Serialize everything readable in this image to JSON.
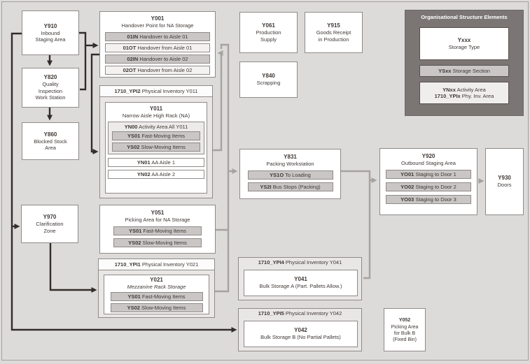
{
  "colors": {
    "background": "#dcdbda",
    "box_border": "#8f8a88",
    "gray_fill": "#c9c6c5",
    "light_fill": "#f4f2f1",
    "panel_fill": "#e9e7e6",
    "legend_bg": "#7b7574",
    "text": "#3e3835",
    "connector_black": "#332d2a",
    "connector_gray": "#a6a2a0"
  },
  "legend": {
    "title": "Organisational Structure Elements",
    "storage_type": {
      "code": "Yxxx",
      "label": "Storage Type"
    },
    "storage_section": {
      "code": "YSxx",
      "label": " Storage Section"
    },
    "activity_area": {
      "code": "YNxx",
      "label": " Activity Area"
    },
    "phy_inv_area": {
      "code": "1710_YPIx",
      "label": " Phy. Inv. Area"
    }
  },
  "nodes": {
    "y910": {
      "code": "Y910",
      "lines": [
        "Inbound",
        "Staging Area"
      ]
    },
    "y820": {
      "code": "Y820",
      "lines": [
        "Quality",
        "Inspection",
        "Work Station"
      ]
    },
    "y860": {
      "code": "Y860",
      "lines": [
        "Blocked Stock",
        "Area"
      ]
    },
    "y970": {
      "code": "Y970",
      "lines": [
        "Clarification",
        "Zone"
      ]
    },
    "y001": {
      "code": "Y001",
      "lines": [
        "Handover Point for NA Storage"
      ],
      "rows": [
        {
          "code": "01IN",
          "label": " Handover to Aisle 01"
        },
        {
          "code": "01OT",
          "label": " Handover from Aisle 01"
        },
        {
          "code": "02IN",
          "label": " Handover to Aisle 02"
        },
        {
          "code": "02OT",
          "label": " Handover from Aisle 02"
        }
      ]
    },
    "ypi2": {
      "code": "1710_YPI2",
      "label": " Physical Inventory Y011"
    },
    "y011": {
      "code": "Y011",
      "lines": [
        "Narrow Aisle High Rack (NA)"
      ],
      "yn00": {
        "code": "YN00",
        "label": " Activity Area All Y011"
      },
      "ys01": {
        "code": "YS01",
        "label": " Fast-Moving Items"
      },
      "ys02": {
        "code": "YS02",
        "label": " Slow-Moving Items"
      },
      "yn01": {
        "code": "YN01",
        "label": " AA Aisle 1"
      },
      "yn02": {
        "code": "YN02",
        "label": " AA Aisle 2"
      }
    },
    "y061": {
      "code": "Y061",
      "lines": [
        "Production",
        "Supply"
      ]
    },
    "y915": {
      "code": "Y915",
      "lines": [
        "Goods Receipt",
        "in Production"
      ]
    },
    "y840": {
      "code": "Y840",
      "lines": [
        "Scrapping"
      ]
    },
    "y831": {
      "code": "Y831",
      "lines": [
        "Packing Workstation"
      ],
      "ys1o": {
        "code": "YS1O",
        "label": " To Loading"
      },
      "ys2i": {
        "code": "YS2I",
        "label": " Bus Stops (Packing)"
      }
    },
    "y920": {
      "code": "Y920",
      "lines": [
        "Outbound Staging Area"
      ],
      "yo01": {
        "code": "YO01",
        "label": " Staging to Door 1"
      },
      "yo02": {
        "code": "YO02",
        "label": " Staging to Door 2"
      },
      "yo03": {
        "code": "YO03",
        "label": " Staging to Door 3"
      }
    },
    "y930": {
      "code": "Y930",
      "lines": [
        "Doors"
      ]
    },
    "y051": {
      "code": "Y051",
      "lines": [
        "Picking Area for NA Storage"
      ],
      "ys01": {
        "code": "YS01",
        "label": " Fast-Moving Items"
      },
      "ys02": {
        "code": "YS02",
        "label": " Slow-Moving Items"
      }
    },
    "ypi1": {
      "code": "1710_YPI1",
      "label": " Physical Inventory Y021"
    },
    "y021": {
      "code": "Y021",
      "subtitle": "Mezzanine Rack Storage",
      "ys01": {
        "code": "YS01",
        "label": " Fast-Moving Items"
      },
      "ys02": {
        "code": "YS02",
        "label": " Slow-Moving Items"
      }
    },
    "ypi4": {
      "code": "1710_YPI4",
      "label": " Physical Inventory Y041"
    },
    "y041": {
      "code": "Y041",
      "lines": [
        "Bulk Storage A (Part. Pallets Allow.)"
      ]
    },
    "ypi5": {
      "code": "1710_YPI5",
      "label": " Physical Inventory Y042"
    },
    "y042": {
      "code": "Y042",
      "lines": [
        "Bulk Storage B (No Partial Pallets)"
      ]
    },
    "y052": {
      "code": "Y052",
      "lines": [
        "Picking Area",
        "for Bulk B",
        "(Fixed Bin)"
      ]
    }
  }
}
